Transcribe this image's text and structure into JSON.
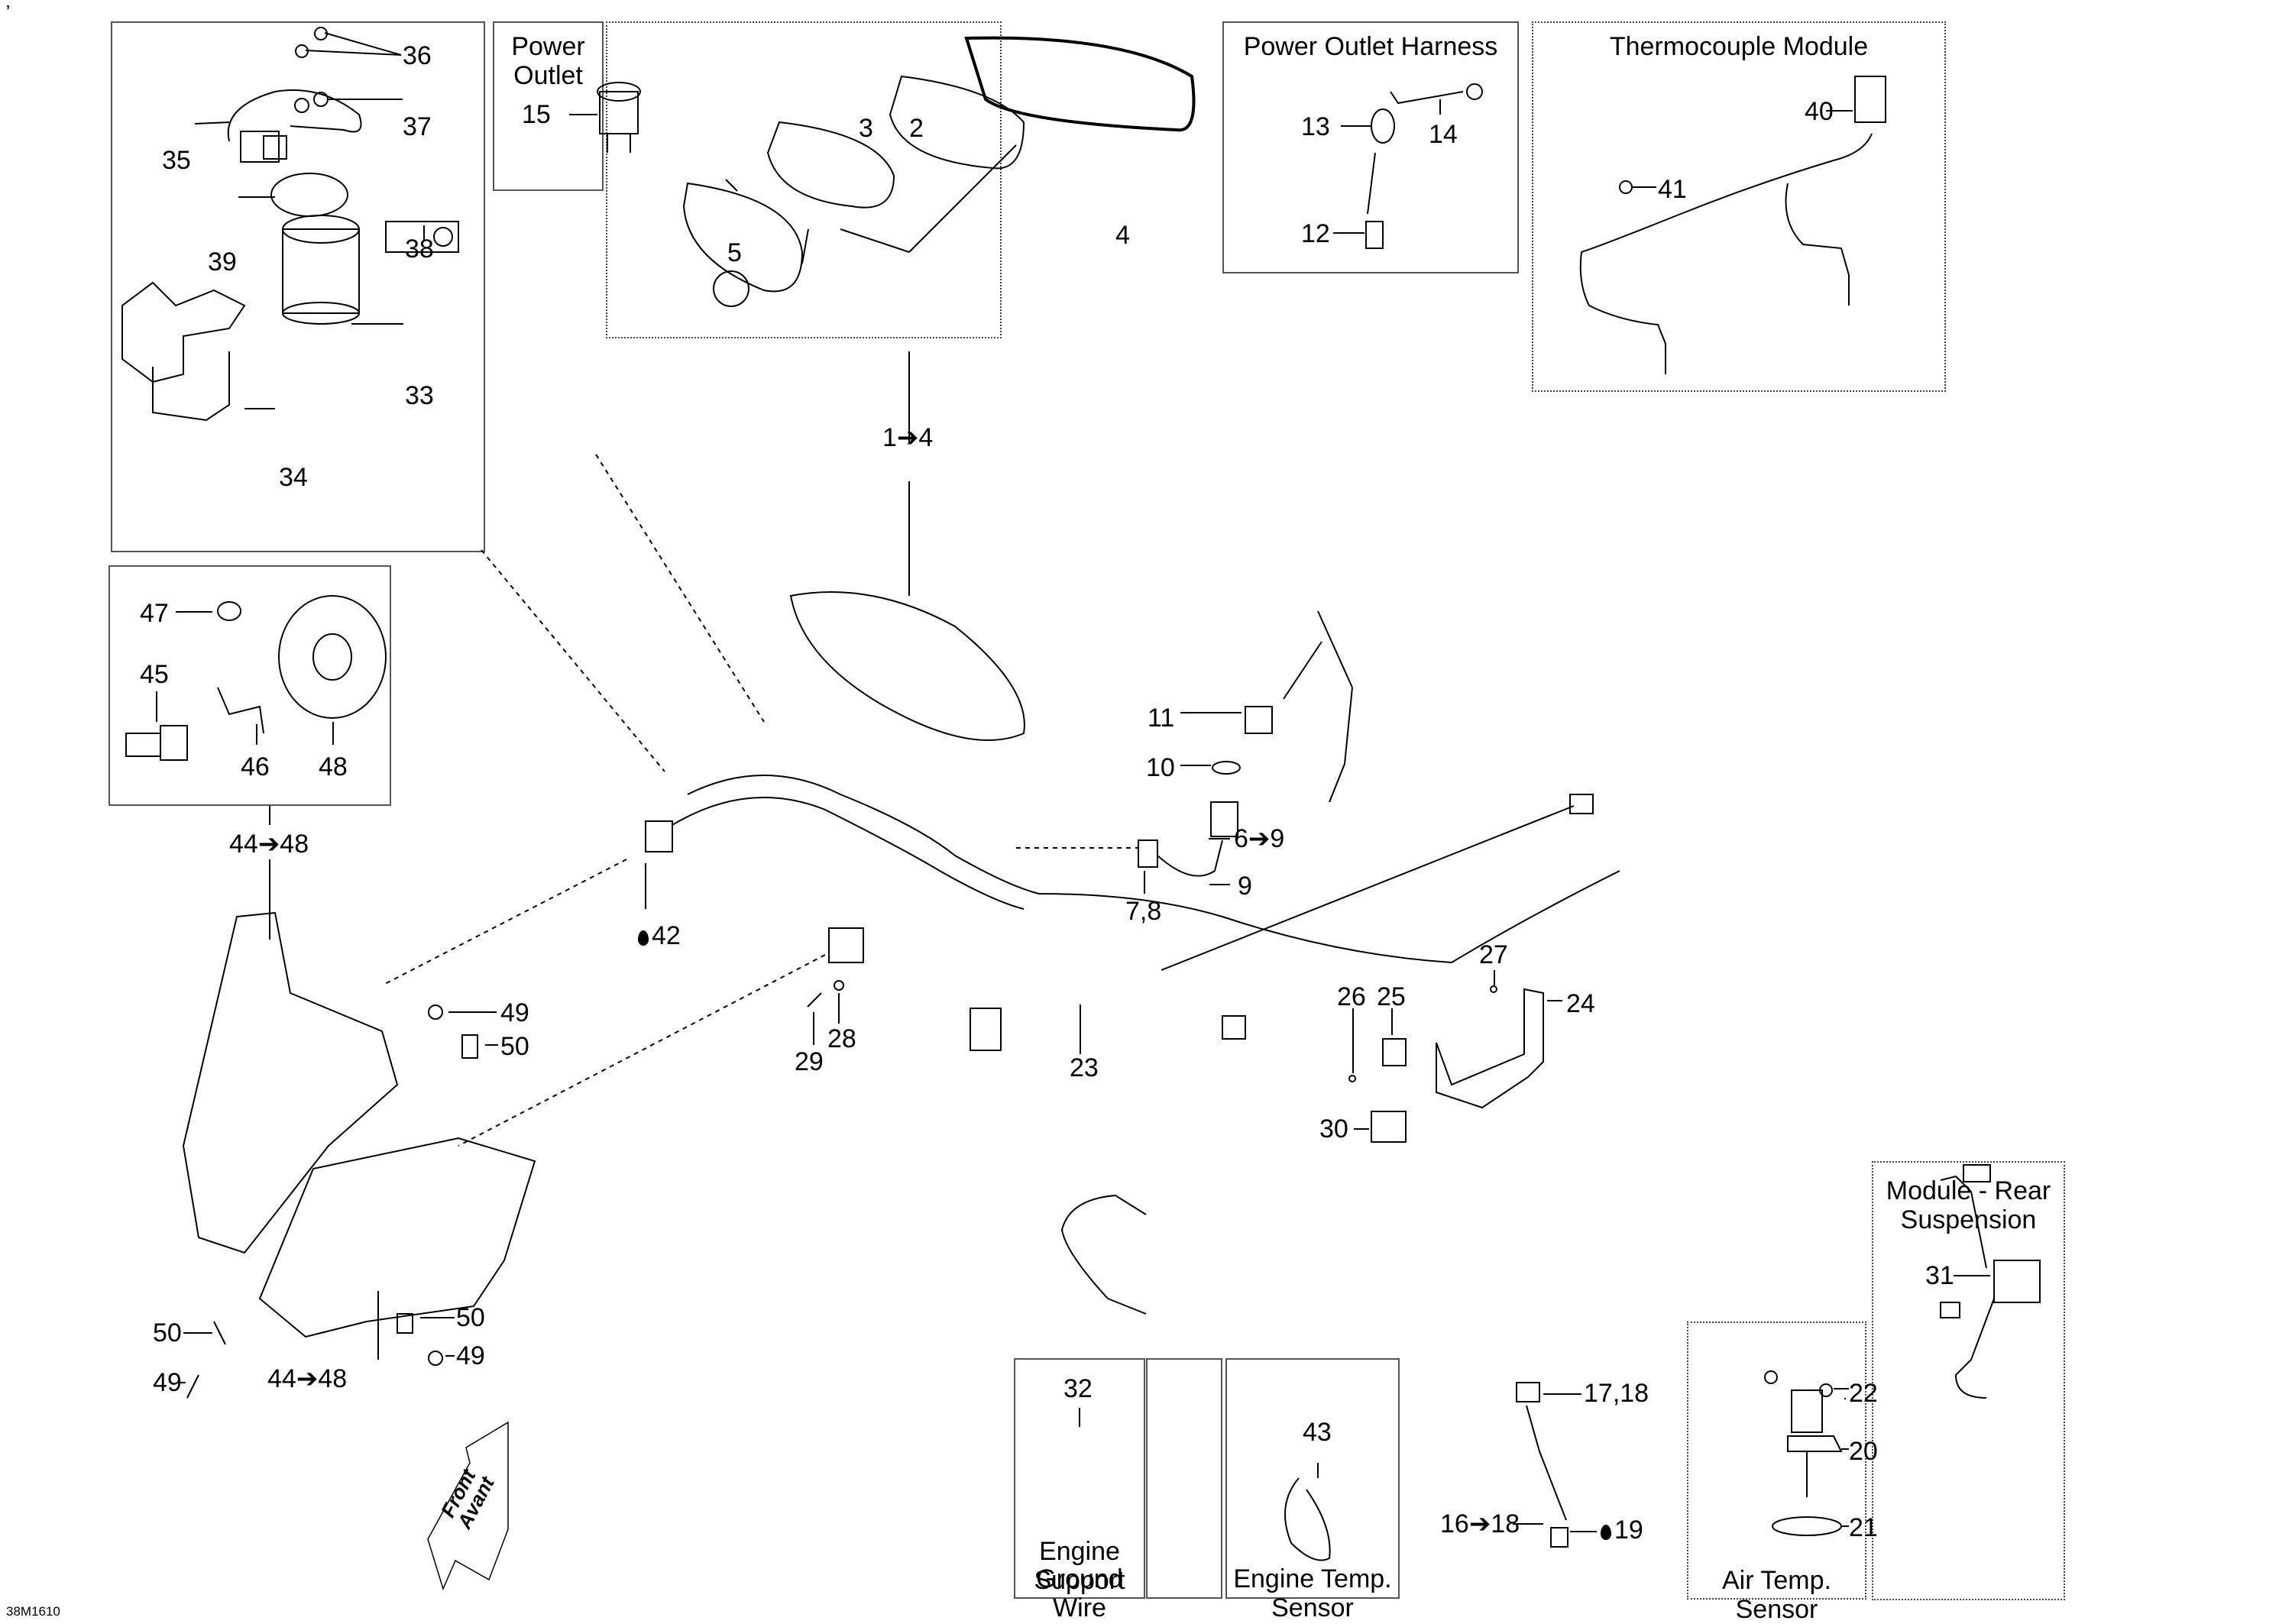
{
  "diagram": {
    "drawing_id": "38M1610",
    "corner_mark": "’",
    "panels": [
      {
        "id": "battery",
        "title": ""
      },
      {
        "id": "power-outlet",
        "title": "Power Outlet"
      },
      {
        "id": "gauge",
        "title": ""
      },
      {
        "id": "power-outlet-harness",
        "title": "Power Outlet Harness"
      },
      {
        "id": "thermocouple-module",
        "title": "Thermocouple Module"
      },
      {
        "id": "headlamp-bulb",
        "title": ""
      },
      {
        "id": "engine-support-ground-wire",
        "title": "Engine Support\nGround Wire"
      },
      {
        "id": "tie-strap",
        "title": ""
      },
      {
        "id": "engine-temp-sensor",
        "title": "Engine Temp. Sensor"
      },
      {
        "id": "air-temp-sensor",
        "title": "Air Temp. Sensor"
      },
      {
        "id": "module-rear-suspension",
        "title": "Module - Rear\nSuspension"
      }
    ],
    "titles": {
      "power_outlet": "Power Outlet",
      "power_outlet_harness": "Power Outlet Harness",
      "thermocouple_module": "Thermocouple Module",
      "engine_support_l1": "Engine Support",
      "engine_support_l2": "Ground Wire",
      "engine_temp_sensor": "Engine Temp. Sensor",
      "air_temp_sensor": "Air Temp. Sensor",
      "module_rear_l1": "Module - Rear",
      "module_rear_l2": "Suspension"
    },
    "callouts": {
      "c36": "36",
      "c37": "37",
      "c35": "35",
      "c39": "39",
      "c38": "38",
      "c33": "33",
      "c34": "34",
      "c15": "15",
      "c3": "3",
      "c2": "2",
      "c5": "5",
      "c4": "4",
      "c1to4": "1➔4",
      "c13": "13",
      "c14": "14",
      "c12": "12",
      "c40": "40",
      "c41": "41",
      "c47": "47",
      "c45": "45",
      "c46": "46",
      "c48": "48",
      "c44to48_top": "44➔48",
      "c11": "11",
      "c10": "10",
      "c6to9": "6➔9",
      "c9": "9",
      "c78": "7,8",
      "c42": "42",
      "c49a": "49",
      "c50a": "50",
      "c29": "29",
      "c28": "28",
      "c23": "23",
      "c27": "27",
      "c26": "26",
      "c25": "25",
      "c24": "24",
      "c30": "30",
      "c50b": "50",
      "c49b": "49",
      "c50c": "50",
      "c49c": "49",
      "c44to48_bottom": "44➔48",
      "c32": "32",
      "c43": "43",
      "c1718": "17,18",
      "c16to18": "16➔18",
      "c19": "19",
      "c22": "22",
      "c20": "20",
      "c21": "21",
      "c31": "31"
    },
    "front_arrow": {
      "line1": "Front",
      "line2": "Avant"
    }
  }
}
